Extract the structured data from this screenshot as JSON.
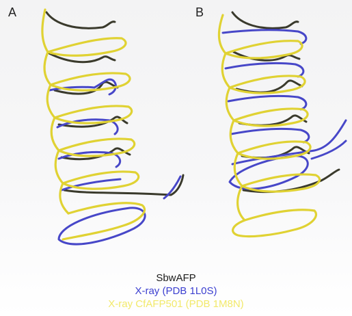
{
  "panels": [
    {
      "label": "A"
    },
    {
      "label": "B"
    }
  ],
  "legend": [
    {
      "text": "SbwAFP",
      "color": "#1a1a1a"
    },
    {
      "text": "X-ray (PDB 1L0S)",
      "color": "#3b3fd0"
    },
    {
      "text": "X-ray CfAFP501 (PDB 1M8N)",
      "color": "#f2e96a"
    }
  ],
  "colors": {
    "sbwafp": "#3a3a2c",
    "xray_1l0s": "#4747c8",
    "xray_cfafp501": "#e0d233"
  }
}
